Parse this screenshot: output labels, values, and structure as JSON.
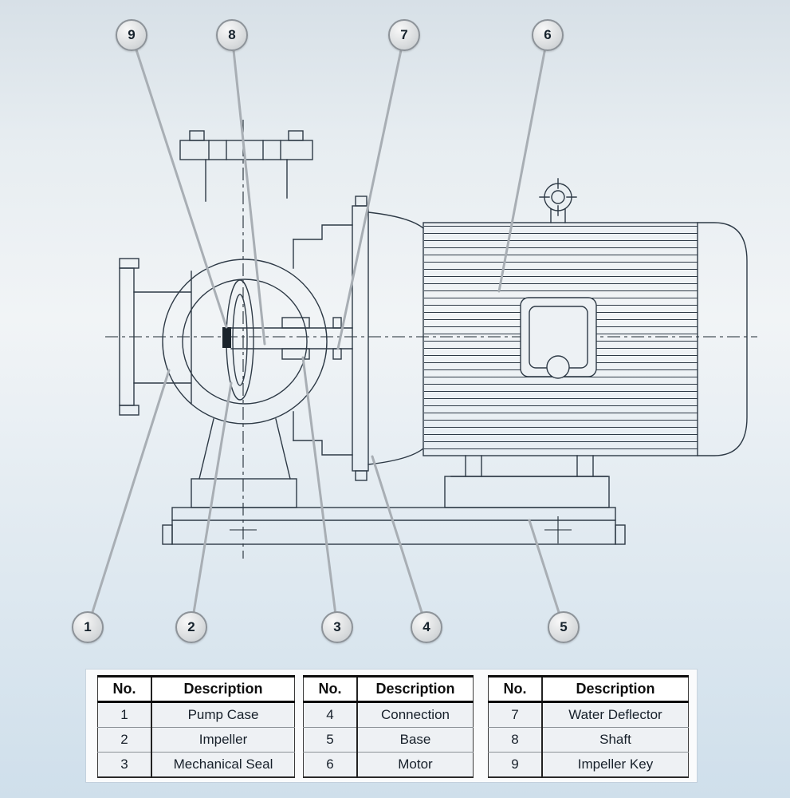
{
  "page": {
    "background_top": "#d7e0e7",
    "background_bottom": "#cfdfeb"
  },
  "colors": {
    "line": "#2e3a46",
    "leader": "#a8aeb4",
    "balloon_border": "#8d9399",
    "table_row_bg": "#eef1f4"
  },
  "callouts": [
    "1",
    "2",
    "3",
    "4",
    "5",
    "6",
    "7",
    "8",
    "9"
  ],
  "tables": [
    {
      "headers": {
        "no": "No.",
        "description": "Description"
      },
      "rows": [
        {
          "no": "1",
          "desc": "Pump Case"
        },
        {
          "no": "2",
          "desc": "Impeller"
        },
        {
          "no": "3",
          "desc": "Mechanical Seal"
        }
      ]
    },
    {
      "headers": {
        "no": "No.",
        "description": "Description"
      },
      "rows": [
        {
          "no": "4",
          "desc": "Connection"
        },
        {
          "no": "5",
          "desc": "Base"
        },
        {
          "no": "6",
          "desc": "Motor"
        }
      ]
    },
    {
      "headers": {
        "no": "No.",
        "description": "Description"
      },
      "rows": [
        {
          "no": "7",
          "desc": "Water Deflector"
        },
        {
          "no": "8",
          "desc": "Shaft"
        },
        {
          "no": "9",
          "desc": "Impeller Key"
        }
      ]
    }
  ]
}
